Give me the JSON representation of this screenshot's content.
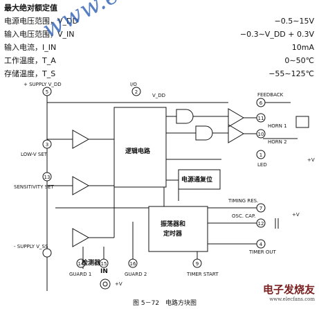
{
  "ratings": {
    "title": "最大绝对额定值",
    "rows": [
      {
        "name": "电源电压范围，V_DD",
        "value": "−0.5∼15V"
      },
      {
        "name": "输入电压范围，V_IN",
        "value": "−0.3∼V_DD + 0.3V"
      },
      {
        "name": "输入电流，I_IN",
        "value": "10mA"
      },
      {
        "name": "工作温度，T_A",
        "value": "0∼50℃"
      },
      {
        "name": "存储温度，T_S",
        "value": "−55∼125℃"
      }
    ]
  },
  "watermark": "www.elecfans.com",
  "diagram": {
    "logic_block": "逻辑电路",
    "power_reset_block": "电源通复位",
    "osc_block_line1": "振荡器和",
    "osc_block_line2": "定时器",
    "detector": "检测器",
    "detector_in": "IN",
    "pins": {
      "supply_vdd": "+ SUPPLY V_DD",
      "io": "I/O",
      "vdd": "V_DD",
      "feedback": "FEEDBACK",
      "horn1": "HORN 1",
      "horn2": "HORN 2",
      "led": "LED",
      "low_v_set": "LOW-V SET",
      "sensitivity_set": "SENSITIVITY SET",
      "timing_res": "TIMING RES.",
      "osc_cap": "OSC. CAP.",
      "timer_out": "TIMER OUT",
      "timer_start": "TIMER START",
      "supply_vss": "- SUPPLY V_SS",
      "guard1": "GUARD 1",
      "guard2": "GUARD 2",
      "plus_v": "+V"
    },
    "pin_numbers": [
      "5",
      "2",
      "6",
      "11",
      "10",
      "1",
      "3",
      "13",
      "7",
      "12",
      "4",
      "9",
      "14",
      "15",
      "16"
    ]
  },
  "caption": "图 5－72　电路方块图",
  "corner_logo": "电子发烧友",
  "corner_url": "www.elecfans.com"
}
